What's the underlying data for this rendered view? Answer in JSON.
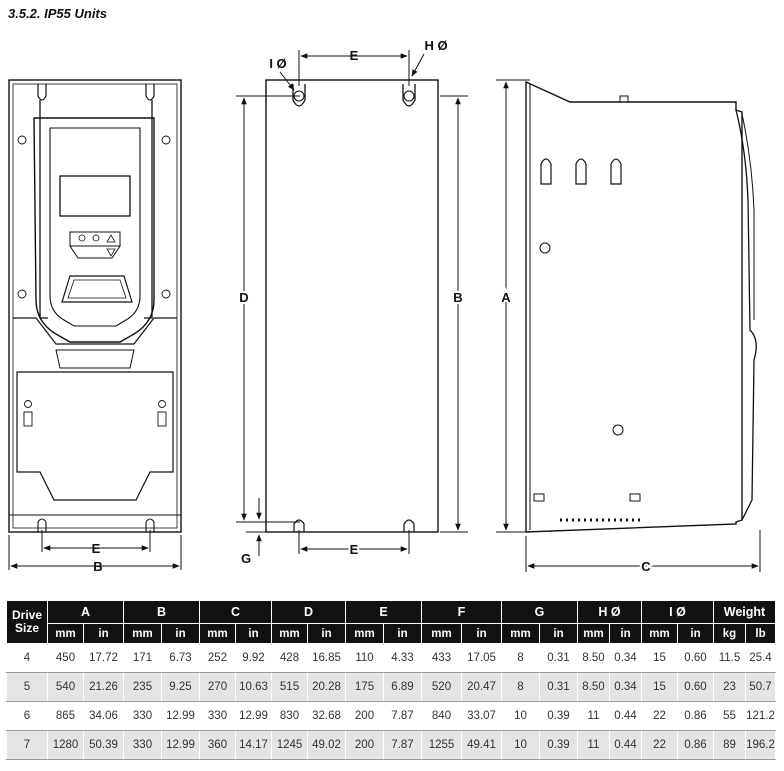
{
  "title": "3.5.2. IP55 Units",
  "labels": {
    "front_E": "E",
    "front_B": "B",
    "mid_I": "I Ø",
    "mid_E_top": "E",
    "mid_H": "H Ø",
    "mid_D": "D",
    "mid_B": "B",
    "mid_G": "G",
    "mid_E_bottom": "E",
    "side_A": "A",
    "side_C": "C"
  },
  "table": {
    "drive_size_header": "Drive Size",
    "groups": [
      "A",
      "B",
      "C",
      "D",
      "E",
      "F",
      "G",
      "H Ø",
      "I Ø",
      "Weight"
    ],
    "units": [
      "mm",
      "in",
      "mm",
      "in",
      "mm",
      "in",
      "mm",
      "in",
      "mm",
      "in",
      "mm",
      "in",
      "mm",
      "in",
      "mm",
      "in",
      "mm",
      "in",
      "kg",
      "lb"
    ],
    "rows": [
      [
        "4",
        "450",
        "17.72",
        "171",
        "6.73",
        "252",
        "9.92",
        "428",
        "16.85",
        "110",
        "4.33",
        "433",
        "17.05",
        "8",
        "0.31",
        "8.50",
        "0.34",
        "15",
        "0.60",
        "11.5",
        "25.4"
      ],
      [
        "5",
        "540",
        "21.26",
        "235",
        "9.25",
        "270",
        "10.63",
        "515",
        "20.28",
        "175",
        "6.89",
        "520",
        "20.47",
        "8",
        "0.31",
        "8.50",
        "0.34",
        "15",
        "0.60",
        "23",
        "50.7"
      ],
      [
        "6",
        "865",
        "34.06",
        "330",
        "12.99",
        "330",
        "12.99",
        "830",
        "32.68",
        "200",
        "7.87",
        "840",
        "33.07",
        "10",
        "0.39",
        "11",
        "0.44",
        "22",
        "0.86",
        "55",
        "121.2"
      ],
      [
        "7",
        "1280",
        "50.39",
        "330",
        "12.99",
        "360",
        "14.17",
        "1245",
        "49.02",
        "200",
        "7.87",
        "1255",
        "49.41",
        "10",
        "0.39",
        "11",
        "0.44",
        "22",
        "0.86",
        "89",
        "196.2"
      ]
    ]
  }
}
